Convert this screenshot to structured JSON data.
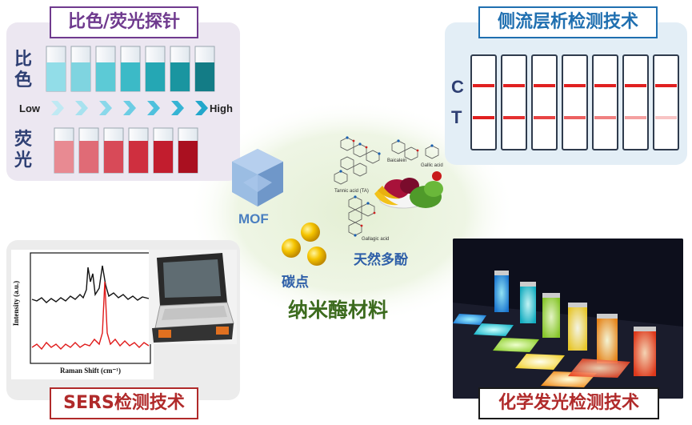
{
  "center": {
    "title": "纳米酶材料",
    "mof_label": "MOF",
    "carbon_dot_label": "碳点",
    "polyphenol_label": "天然多酚",
    "structure_labels": [
      "Baicalein",
      "Gallic acid",
      "Tannic acid (TA)",
      "Gallagic acid"
    ]
  },
  "colorimetric": {
    "title": "比色/荧光探针",
    "row1_label": "比色",
    "row2_label": "荧光",
    "low": "Low",
    "high": "High"
  },
  "lateral_flow": {
    "title": "侧流层析检测技术",
    "c_label": "C",
    "t_label": "T"
  },
  "sers": {
    "title": "SERS检测技术",
    "ylabel": "Intensity (a.u.)",
    "xlabel": "Raman Shift (cm⁻¹)"
  },
  "chemi": {
    "title": "化学发光检测技术"
  },
  "colors": {
    "title_purple": "#6f3a8e",
    "title_blue": "#1f6fb0",
    "title_red": "#b02a2a",
    "label_navy": "#2e3f73",
    "center_green": "#3c6b1e",
    "mof_blue": "#4a7fc0",
    "strip_red": "#e02020"
  }
}
